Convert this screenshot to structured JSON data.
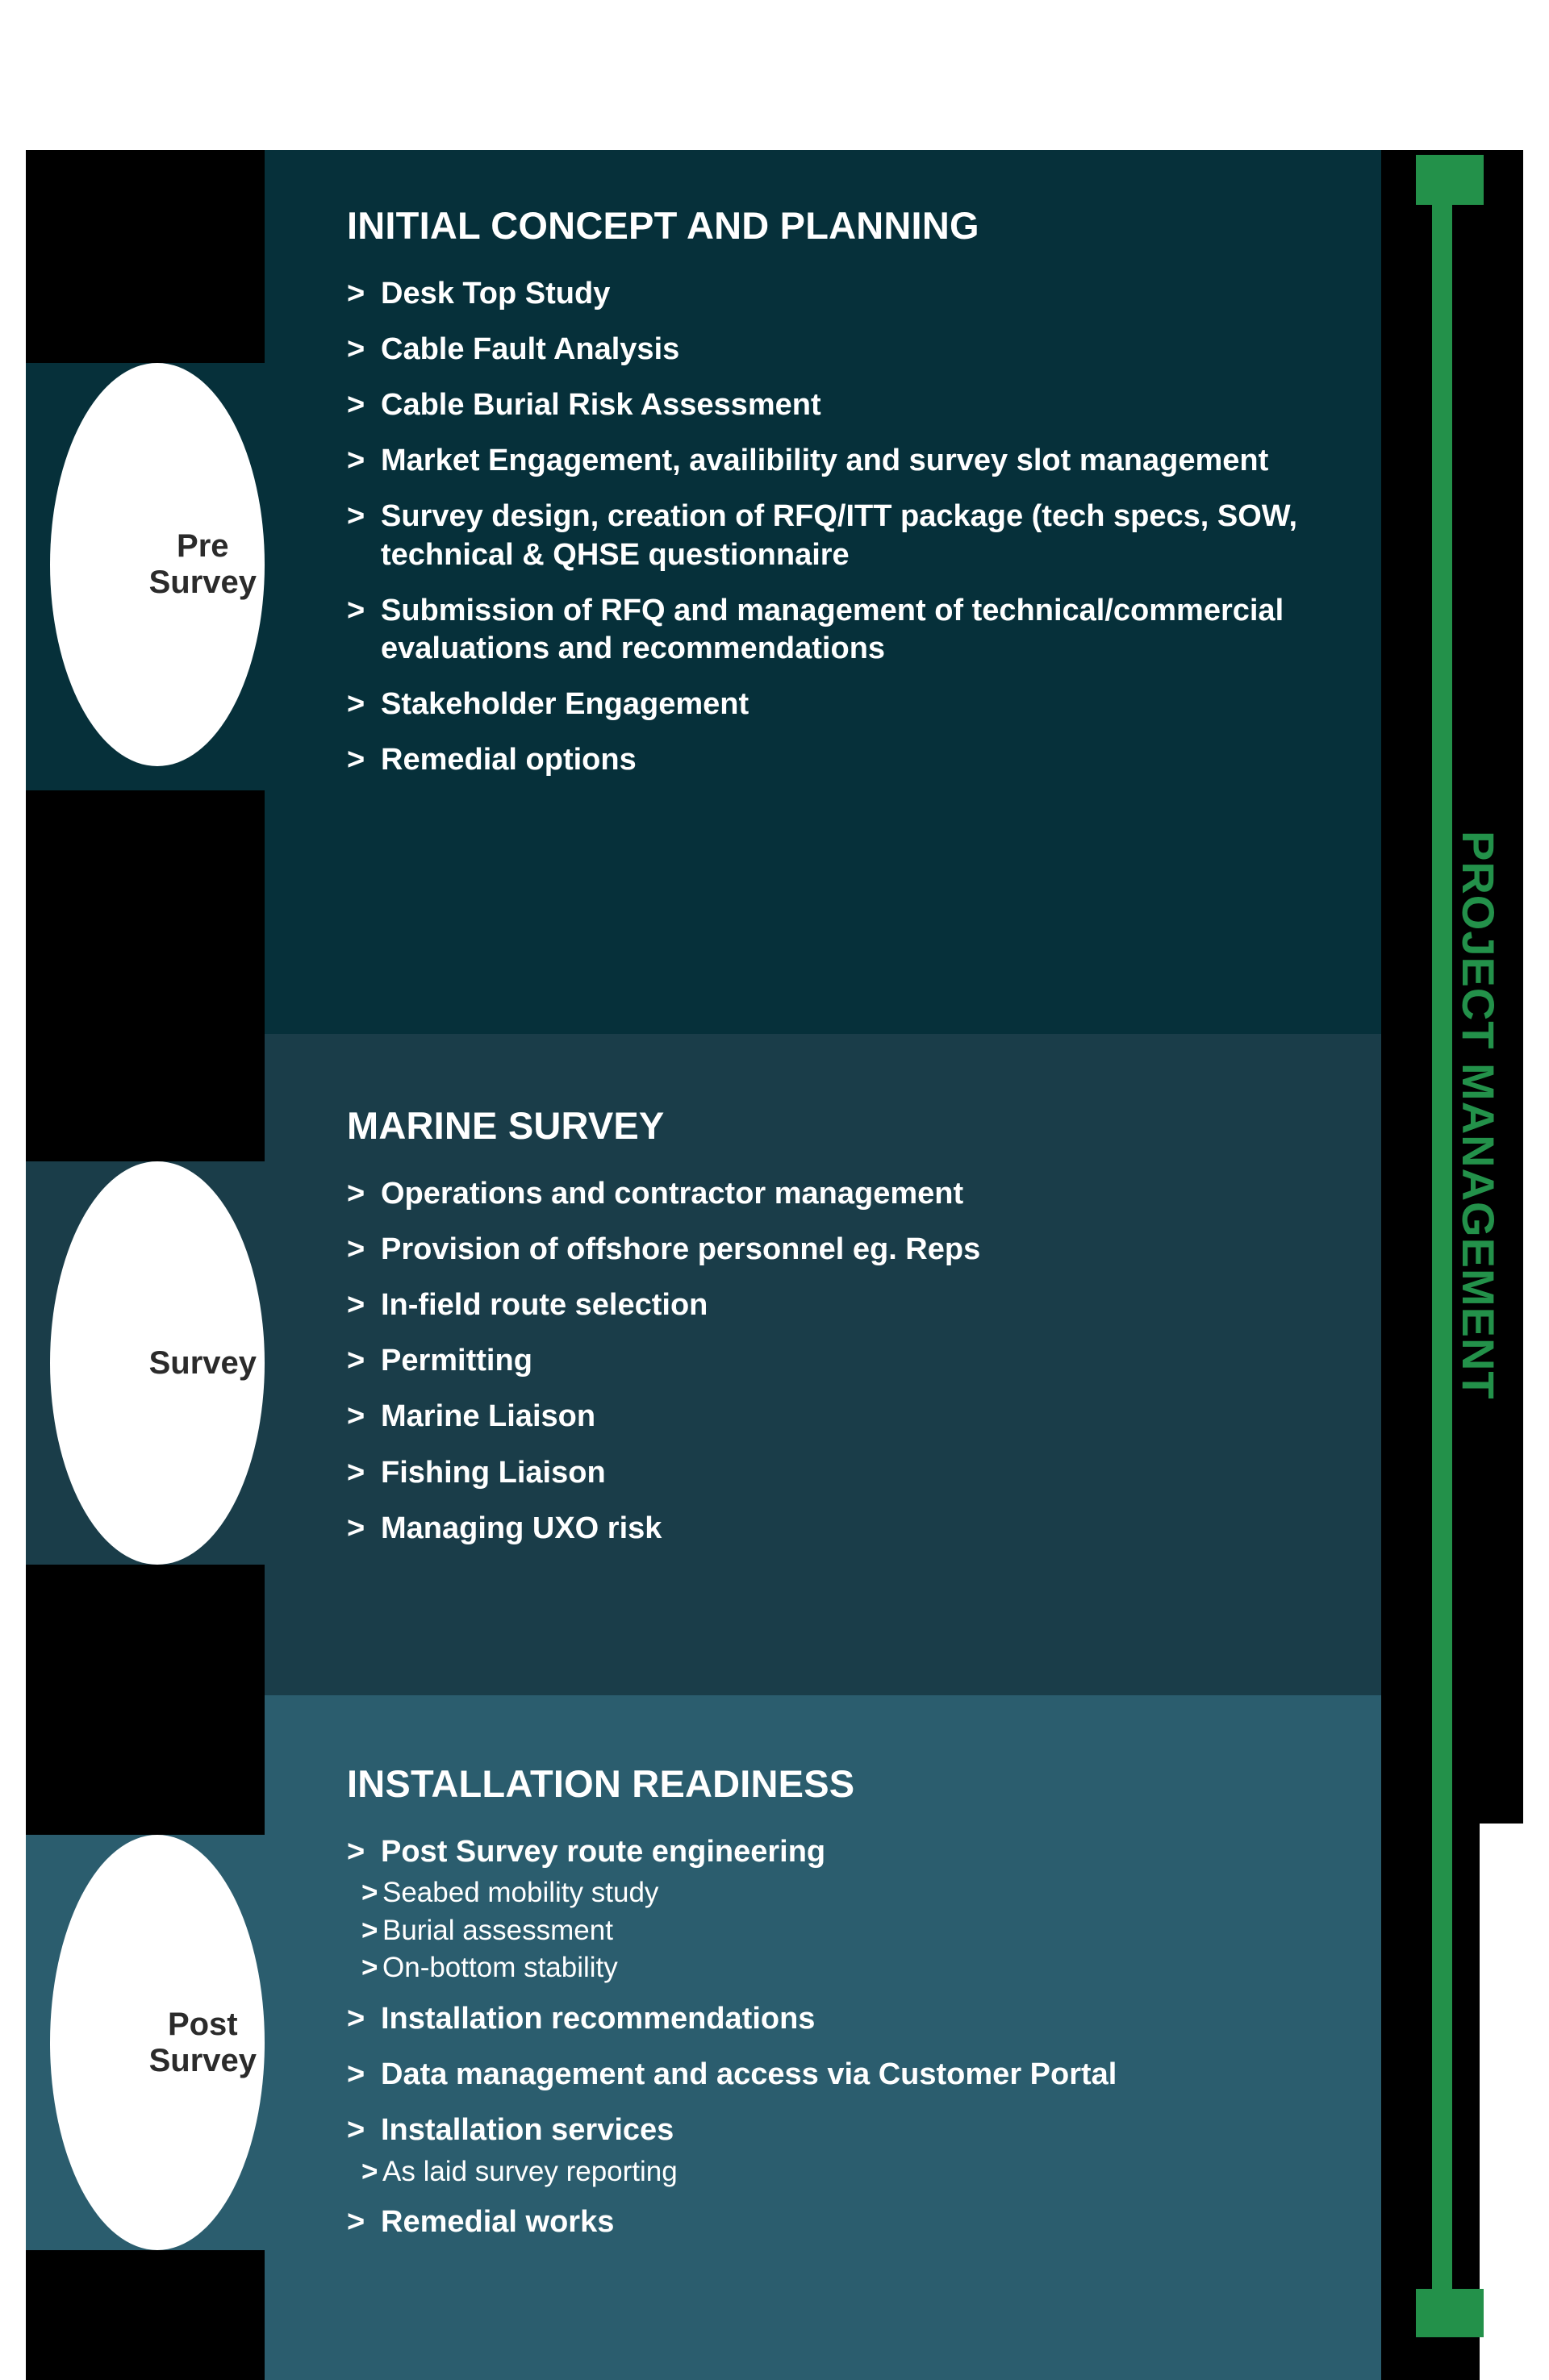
{
  "colors": {
    "black": "#000000",
    "teal_dark": "#06303a",
    "teal_mid": "#1a3d49",
    "teal_light": "#2b5d6e",
    "green": "#23914a",
    "white": "#ffffff",
    "label_text": "#2b2b2b"
  },
  "bullet_glyph": ">",
  "stages": [
    {
      "marker_label": "Pre\nSurvey",
      "title": "INITIAL CONCEPT AND PLANNING",
      "items": [
        {
          "text": "Desk Top Study",
          "subs": []
        },
        {
          "text": "Cable Fault Analysis",
          "subs": []
        },
        {
          "text": "Cable Burial Risk Assessment",
          "subs": []
        },
        {
          "text": "Market Engagement, availibility and survey slot management",
          "subs": []
        },
        {
          "text": "Survey design, creation of RFQ/ITT package (tech specs, SOW, technical & QHSE questionnaire",
          "subs": []
        },
        {
          "text": "Submission of RFQ and management of technical/commercial evaluations and recommendations",
          "subs": []
        },
        {
          "text": "Stakeholder Engagement",
          "subs": []
        },
        {
          "text": "Remedial options",
          "subs": []
        }
      ]
    },
    {
      "marker_label": "Survey",
      "title": "MARINE SURVEY",
      "items": [
        {
          "text": "Operations and contractor management",
          "subs": []
        },
        {
          "text": "Provision of offshore personnel eg. Reps",
          "subs": []
        },
        {
          "text": "In-field route selection",
          "subs": []
        },
        {
          "text": "Permitting",
          "subs": []
        },
        {
          "text": "Marine Liaison",
          "subs": []
        },
        {
          "text": "Fishing Liaison",
          "subs": []
        },
        {
          "text": "Managing UXO risk",
          "subs": []
        }
      ]
    },
    {
      "marker_label": "Post\nSurvey",
      "title": "INSTALLATION READINESS",
      "items": [
        {
          "text": "Post Survey route engineering",
          "subs": [
            "Seabed mobility study",
            "Burial assessment",
            "On-bottom stability"
          ]
        },
        {
          "text": "Installation recommendations",
          "subs": []
        },
        {
          "text": "Data management and access via Customer Portal",
          "subs": []
        },
        {
          "text": "Installation services",
          "subs": [
            "As laid survey reporting"
          ]
        },
        {
          "text": "Remedial works",
          "subs": []
        }
      ]
    }
  ],
  "rail": {
    "label": "PROJECT  MANAGEMENT"
  }
}
